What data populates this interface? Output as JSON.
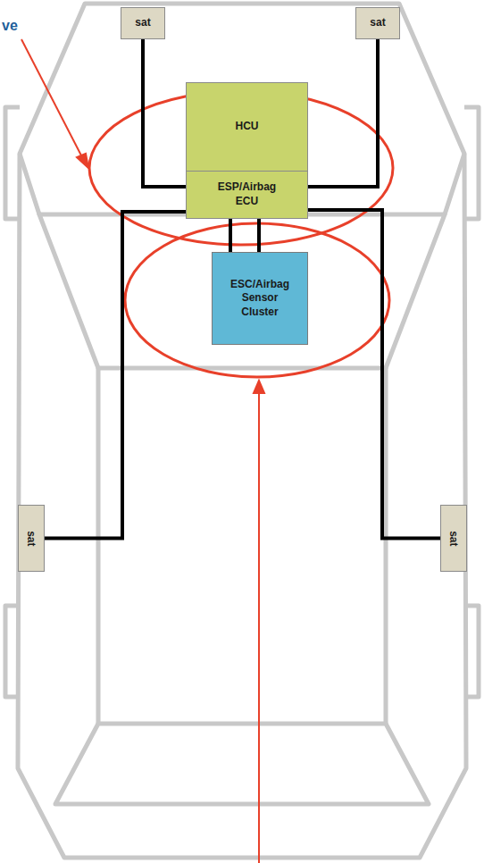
{
  "diagram": {
    "nodes": [
      {
        "text": [
          "sat"
        ]
      },
      {
        "text": [
          "sat"
        ]
      },
      {
        "text": [
          "HCU"
        ]
      },
      {
        "text": [
          "ESP/Airbag ECU"
        ]
      },
      {
        "text": [
          "ESC/Airbag Sensor Cluster"
        ]
      },
      {
        "text": [
          "sat"
        ]
      },
      {
        "text": [
          "sat"
        ]
      }
    ],
    "edges": [
      {
        "from": 0,
        "to": 3,
        "arrow": "none"
      },
      {
        "from": 1,
        "to": 3,
        "arrow": "none"
      },
      {
        "from": 3,
        "to": 4,
        "arrow": "none"
      },
      {
        "from": 3,
        "to": 4,
        "arrow": "none"
      },
      {
        "from": 3,
        "to": 5,
        "arrow": "none"
      },
      {
        "from": 3,
        "to": 6,
        "arrow": "none"
      }
    ],
    "labels": [
      "ve"
    ]
  }
}
